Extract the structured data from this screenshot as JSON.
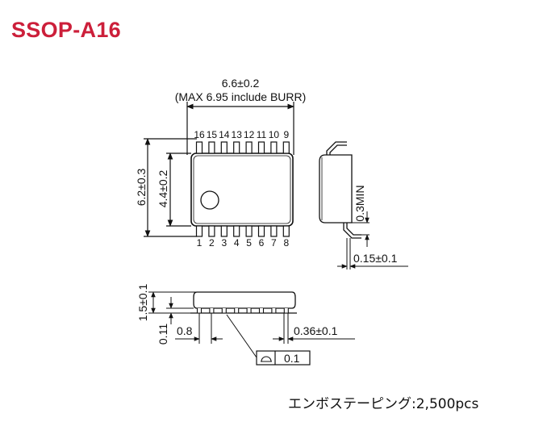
{
  "title": "SSOP-A16",
  "colors": {
    "title": "#cc1f3a",
    "line": "#111111",
    "body_fill": "#ffffff"
  },
  "top_view": {
    "width_dim": "6.6±0.2",
    "width_note": "(MAX 6.95 include BURR)",
    "height_outer_dim": "6.2±0.3",
    "height_body_dim": "4.4±0.2",
    "top_pins": [
      "16",
      "15",
      "14",
      "13",
      "12",
      "11",
      "10",
      "9"
    ],
    "bottom_pins": [
      "1",
      "2",
      "3",
      "4",
      "5",
      "6",
      "7",
      "8"
    ]
  },
  "side_view": {
    "min_dim": "0.3MIN",
    "lead_thickness_dim": "0.15±0.1"
  },
  "front_view": {
    "height_dim": "1.5±0.1",
    "standoff_dim": "0.11",
    "pitch_dim": "0.8",
    "lead_width_dim": "0.36±0.1",
    "flatness_value": "0.1"
  },
  "packaging_note": "エンボステーピング:2,500pcs"
}
